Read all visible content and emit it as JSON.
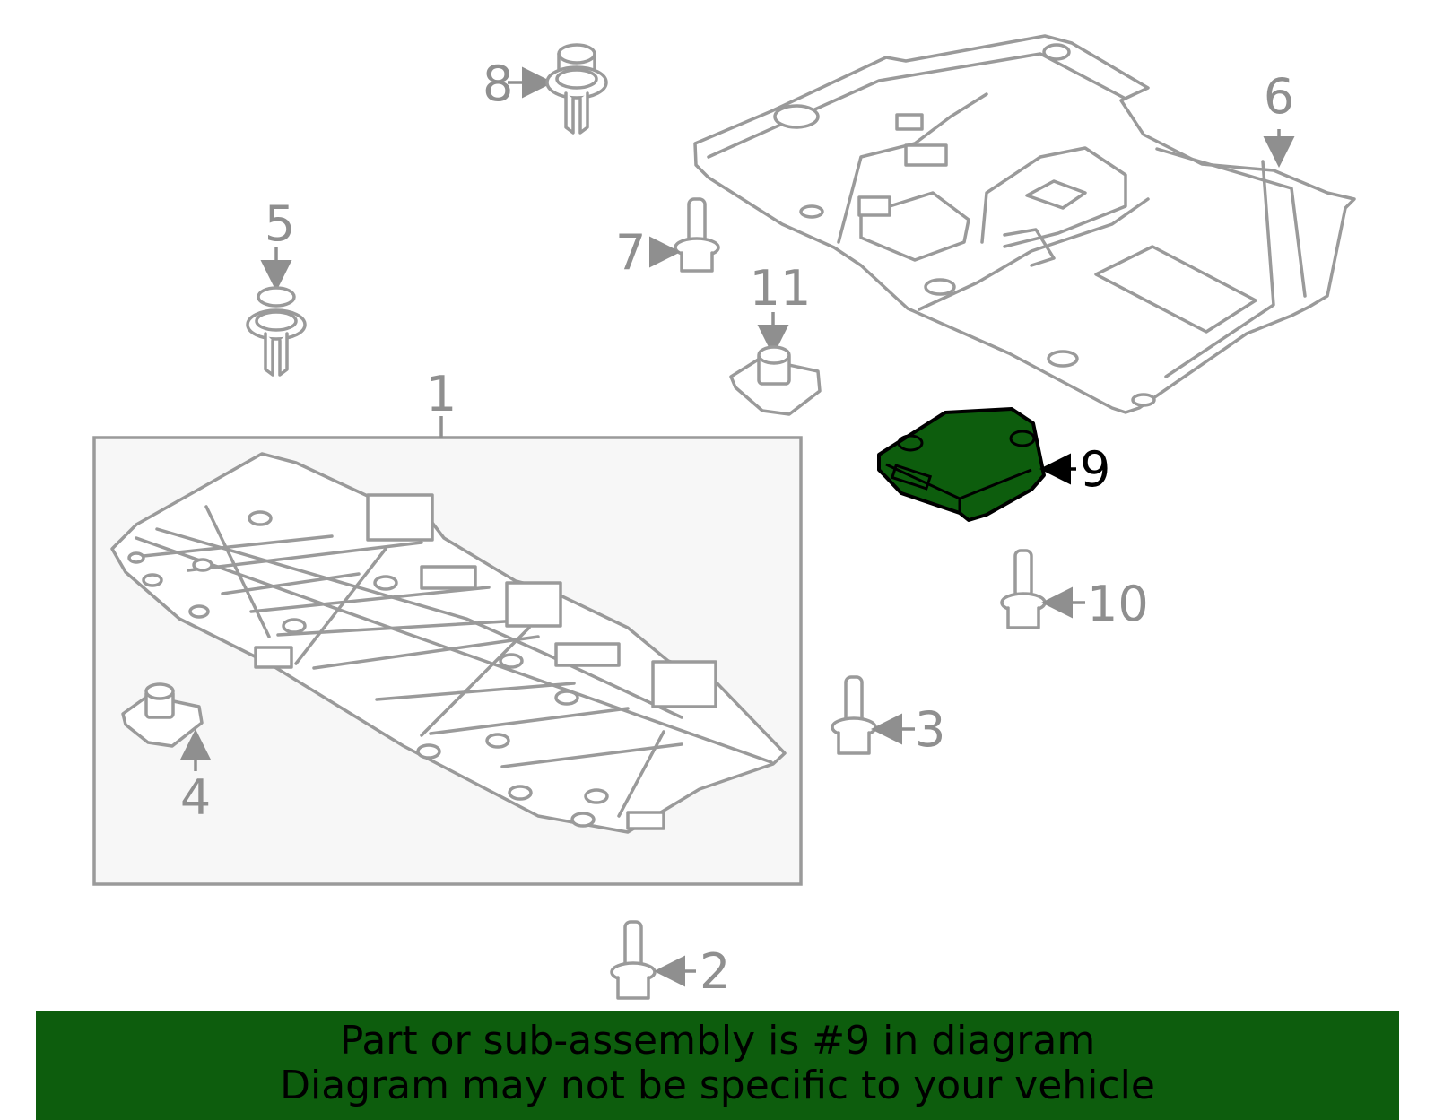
{
  "colors": {
    "highlight": "#0d5d0d",
    "line": "#9a9a9a",
    "label": "#8f8f8f",
    "frame_bg": "#f7f7f7"
  },
  "callouts": {
    "c1": "1",
    "c2": "2",
    "c3": "3",
    "c4": "4",
    "c5": "5",
    "c6": "6",
    "c7": "7",
    "c8": "8",
    "c9": "9",
    "c10": "10",
    "c11": "11"
  },
  "highlighted_part": "9",
  "banner": {
    "line1": "Part or sub-assembly is #9 in diagram",
    "line2": "Diagram may not be specific to your vehicle"
  }
}
